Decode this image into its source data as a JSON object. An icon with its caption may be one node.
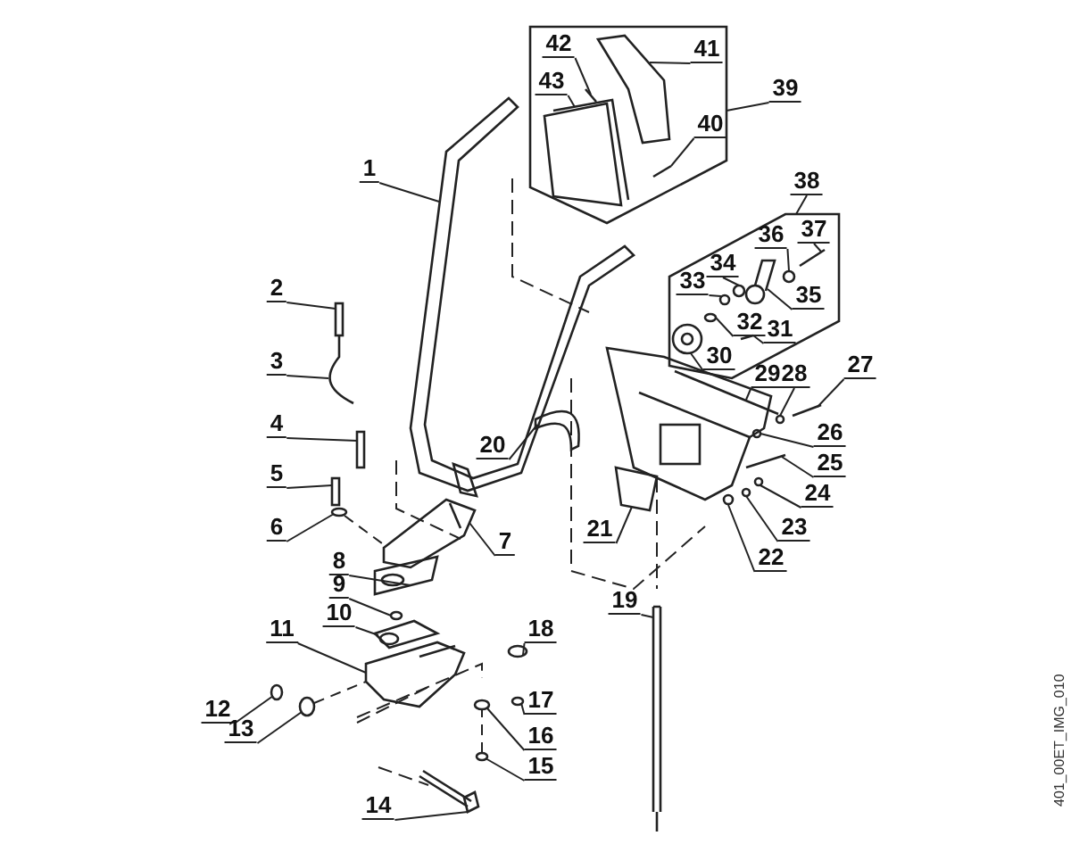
{
  "diagram": {
    "nodes": [
      {
        "text": [],
        "shape": "frame"
      },
      {
        "text": [],
        "shape": "frame"
      },
      {
        "text": [
          "1"
        ]
      },
      {
        "text": [
          "2"
        ]
      },
      {
        "text": [
          "3"
        ]
      },
      {
        "text": [
          "4"
        ]
      },
      {
        "text": [
          "5"
        ]
      },
      {
        "text": [
          "6"
        ]
      },
      {
        "text": [
          "7"
        ]
      },
      {
        "text": [
          "8"
        ]
      },
      {
        "text": [
          "9"
        ]
      },
      {
        "text": [
          "10"
        ]
      },
      {
        "text": [
          "11"
        ]
      },
      {
        "text": [
          "12"
        ]
      },
      {
        "text": [
          "13"
        ]
      },
      {
        "text": [
          "14"
        ]
      },
      {
        "text": [
          "15"
        ]
      },
      {
        "text": [
          "16"
        ]
      },
      {
        "text": [
          "17"
        ]
      },
      {
        "text": [
          "18"
        ]
      },
      {
        "text": [
          "19"
        ]
      },
      {
        "text": [
          "20"
        ]
      },
      {
        "text": [
          "21"
        ]
      },
      {
        "text": [
          "22"
        ]
      },
      {
        "text": [
          "23"
        ]
      },
      {
        "text": [
          "24"
        ]
      },
      {
        "text": [
          "25"
        ]
      },
      {
        "text": [
          "26"
        ]
      },
      {
        "text": [
          "27"
        ]
      },
      {
        "text": [
          "28"
        ]
      },
      {
        "text": [
          "29"
        ]
      },
      {
        "text": [
          "30"
        ],
        "in": 1
      },
      {
        "text": [
          "31"
        ],
        "in": 1
      },
      {
        "text": [
          "32"
        ],
        "in": 1
      },
      {
        "text": [
          "33"
        ],
        "in": 1
      },
      {
        "text": [
          "34"
        ],
        "in": 1
      },
      {
        "text": [
          "35"
        ],
        "in": 1
      },
      {
        "text": [
          "36"
        ],
        "in": 1
      },
      {
        "text": [
          "37"
        ],
        "in": 1
      },
      {
        "text": [
          "38"
        ]
      },
      {
        "text": [
          "39"
        ]
      },
      {
        "text": [
          "40"
        ],
        "in": 0
      },
      {
        "text": [
          "41"
        ],
        "in": 0
      },
      {
        "text": [
          "42"
        ],
        "in": 0
      },
      {
        "text": [
          "43"
        ],
        "in": 0
      },
      {
        "text": [],
        "shape": "picture"
      },
      {
        "text": [],
        "shape": "box"
      },
      {
        "text": [],
        "shape": "picture"
      },
      {
        "text": [],
        "shape": "box"
      },
      {
        "text": [],
        "shape": "box"
      },
      {
        "text": [],
        "shape": "circle"
      },
      {
        "text": [],
        "shape": "picture"
      },
      {
        "text": [],
        "shape": "picture"
      },
      {
        "text": [],
        "shape": "circle"
      },
      {
        "text": [],
        "shape": "picture"
      },
      {
        "text": [],
        "shape": "picture"
      },
      {
        "text": [],
        "shape": "circle"
      },
      {
        "text": [],
        "shape": "circle"
      },
      {
        "text": [],
        "shape": "picture"
      },
      {
        "text": [],
        "shape": "circle"
      },
      {
        "text": [],
        "shape": "circle"
      },
      {
        "text": [],
        "shape": "circle"
      },
      {
        "text": [],
        "shape": "circle"
      },
      {
        "text": [],
        "shape": "picture"
      },
      {
        "text": [],
        "shape": "picture"
      },
      {
        "text": [],
        "shape": "picture"
      },
      {
        "text": [],
        "shape": "circle"
      },
      {
        "text": [],
        "shape": "circle"
      },
      {
        "text": [],
        "shape": "circle"
      },
      {
        "text": [],
        "shape": "picture"
      },
      {
        "text": [],
        "shape": "circle"
      },
      {
        "text": [],
        "shape": "picture"
      },
      {
        "text": [],
        "shape": "circle"
      },
      {
        "text": [],
        "shape": "picture"
      },
      {
        "text": [],
        "shape": "picture",
        "in": 1
      },
      {
        "text": [],
        "shape": "picture",
        "in": 1
      },
      {
        "text": [],
        "shape": "circle",
        "in": 1
      },
      {
        "text": [],
        "shape": "circle",
        "in": 1
      },
      {
        "text": [],
        "shape": "circle",
        "in": 1
      },
      {
        "text": [],
        "shape": "picture",
        "in": 1
      },
      {
        "text": [],
        "shape": "circle",
        "in": 1
      },
      {
        "text": [],
        "shape": "picture",
        "in": 1
      },
      {
        "text": [],
        "shape": "picture",
        "in": 0
      },
      {
        "text": [],
        "shape": "picture",
        "in": 0
      },
      {
        "text": [],
        "shape": "picture",
        "in": 0
      },
      {
        "text": [],
        "shape": "picture",
        "in": 0
      },
      {
        "text": [],
        "shape": "picture"
      }
    ],
    "edges": [
      {
        "from": 2,
        "to": 45,
        "arrow": "none"
      },
      {
        "from": 3,
        "to": 46,
        "arrow": "none"
      },
      {
        "from": 4,
        "to": 47,
        "arrow": "none"
      },
      {
        "from": 5,
        "to": 48,
        "arrow": "none"
      },
      {
        "from": 6,
        "to": 49,
        "arrow": "none"
      },
      {
        "from": 7,
        "to": 50,
        "arrow": "none"
      },
      {
        "from": 8,
        "to": 51,
        "arrow": "none"
      },
      {
        "from": 9,
        "to": 52,
        "arrow": "none"
      },
      {
        "from": 10,
        "to": 53,
        "arrow": "none"
      },
      {
        "from": 11,
        "to": 54,
        "arrow": "none"
      },
      {
        "from": 12,
        "to": 55,
        "arrow": "none"
      },
      {
        "from": 13,
        "to": 56,
        "arrow": "none"
      },
      {
        "from": 14,
        "to": 57,
        "arrow": "none"
      },
      {
        "from": 15,
        "to": 58,
        "arrow": "none"
      },
      {
        "from": 16,
        "to": 59,
        "arrow": "none"
      },
      {
        "from": 17,
        "to": 60,
        "arrow": "none"
      },
      {
        "from": 18,
        "to": 61,
        "arrow": "none"
      },
      {
        "from": 19,
        "to": 62,
        "arrow": "none"
      },
      {
        "from": 20,
        "to": 63,
        "arrow": "none"
      },
      {
        "from": 21,
        "to": 64,
        "arrow": "none"
      },
      {
        "from": 22,
        "to": 65,
        "arrow": "none"
      },
      {
        "from": 23,
        "to": 66,
        "arrow": "none"
      },
      {
        "from": 24,
        "to": 67,
        "arrow": "none"
      },
      {
        "from": 25,
        "to": 68,
        "arrow": "none"
      },
      {
        "from": 26,
        "to": 69,
        "arrow": "none"
      },
      {
        "from": 27,
        "to": 70,
        "arrow": "none"
      },
      {
        "from": 28,
        "to": 71,
        "arrow": "none"
      },
      {
        "from": 29,
        "to": 72,
        "arrow": "none"
      },
      {
        "from": 30,
        "to": 73,
        "arrow": "none"
      },
      {
        "from": 31,
        "to": 74,
        "arrow": "none"
      },
      {
        "from": 32,
        "to": 75,
        "arrow": "none"
      },
      {
        "from": 33,
        "to": 76,
        "arrow": "none"
      },
      {
        "from": 34,
        "to": 77,
        "arrow": "none"
      },
      {
        "from": 35,
        "to": 78,
        "arrow": "none"
      },
      {
        "from": 36,
        "to": 79,
        "arrow": "none"
      },
      {
        "from": 37,
        "to": 80,
        "arrow": "none"
      },
      {
        "from": 38,
        "to": 81,
        "arrow": "none"
      },
      {
        "from": 39,
        "to": 1,
        "arrow": "none"
      },
      {
        "from": 40,
        "to": 0,
        "arrow": "none"
      },
      {
        "from": 41,
        "to": 82,
        "arrow": "none"
      },
      {
        "from": 42,
        "to": 83,
        "arrow": "none"
      },
      {
        "from": 43,
        "to": 84,
        "arrow": "none"
      },
      {
        "from": 44,
        "to": 85,
        "arrow": "none"
      },
      {
        "from": 50,
        "to": 51,
        "arrow": "none",
        "style": "dashed"
      },
      {
        "from": 57,
        "to": 55,
        "arrow": "none",
        "style": "dashed"
      },
      {
        "from": 59,
        "to": 60,
        "arrow": "none",
        "style": "dashed"
      }
    ],
    "labels": [
      "401_00ET_IMG_010"
    ]
  }
}
